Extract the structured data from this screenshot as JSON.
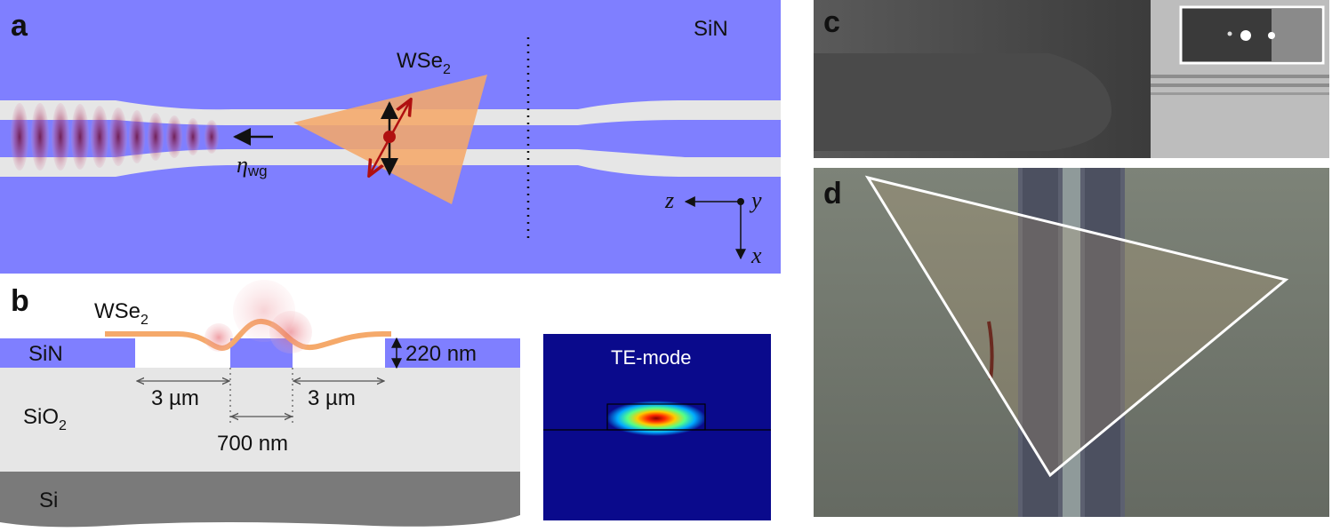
{
  "panels": {
    "a": {
      "label": "a",
      "substrate": "SiN",
      "material": "WSe",
      "material_sub": "2",
      "coupling_symbol": "η",
      "coupling_sub": "wg",
      "axis_z": "z",
      "axis_y": "y",
      "axis_x": "x"
    },
    "b": {
      "label": "b",
      "material": "WSe",
      "material_sub": "2",
      "layer_sin": "SiN",
      "layer_sio2": "SiO",
      "layer_sio2_sub": "2",
      "layer_si": "Si",
      "thickness": "220 nm",
      "gap_left": "3 µm",
      "gap_right": "3 µm",
      "width": "700 nm",
      "mode_label": "TE-mode"
    },
    "c": {
      "label": "c"
    },
    "d": {
      "label": "d"
    }
  },
  "colors": {
    "sin": "#7f7fff",
    "trench": "#e6e6e6",
    "sio2": "#e6e6e6",
    "si": "#7a7a7a",
    "wse2_flake": "#f5a96a",
    "dipole_red": "#b01010",
    "mode_bg": "#0a0a8c"
  }
}
